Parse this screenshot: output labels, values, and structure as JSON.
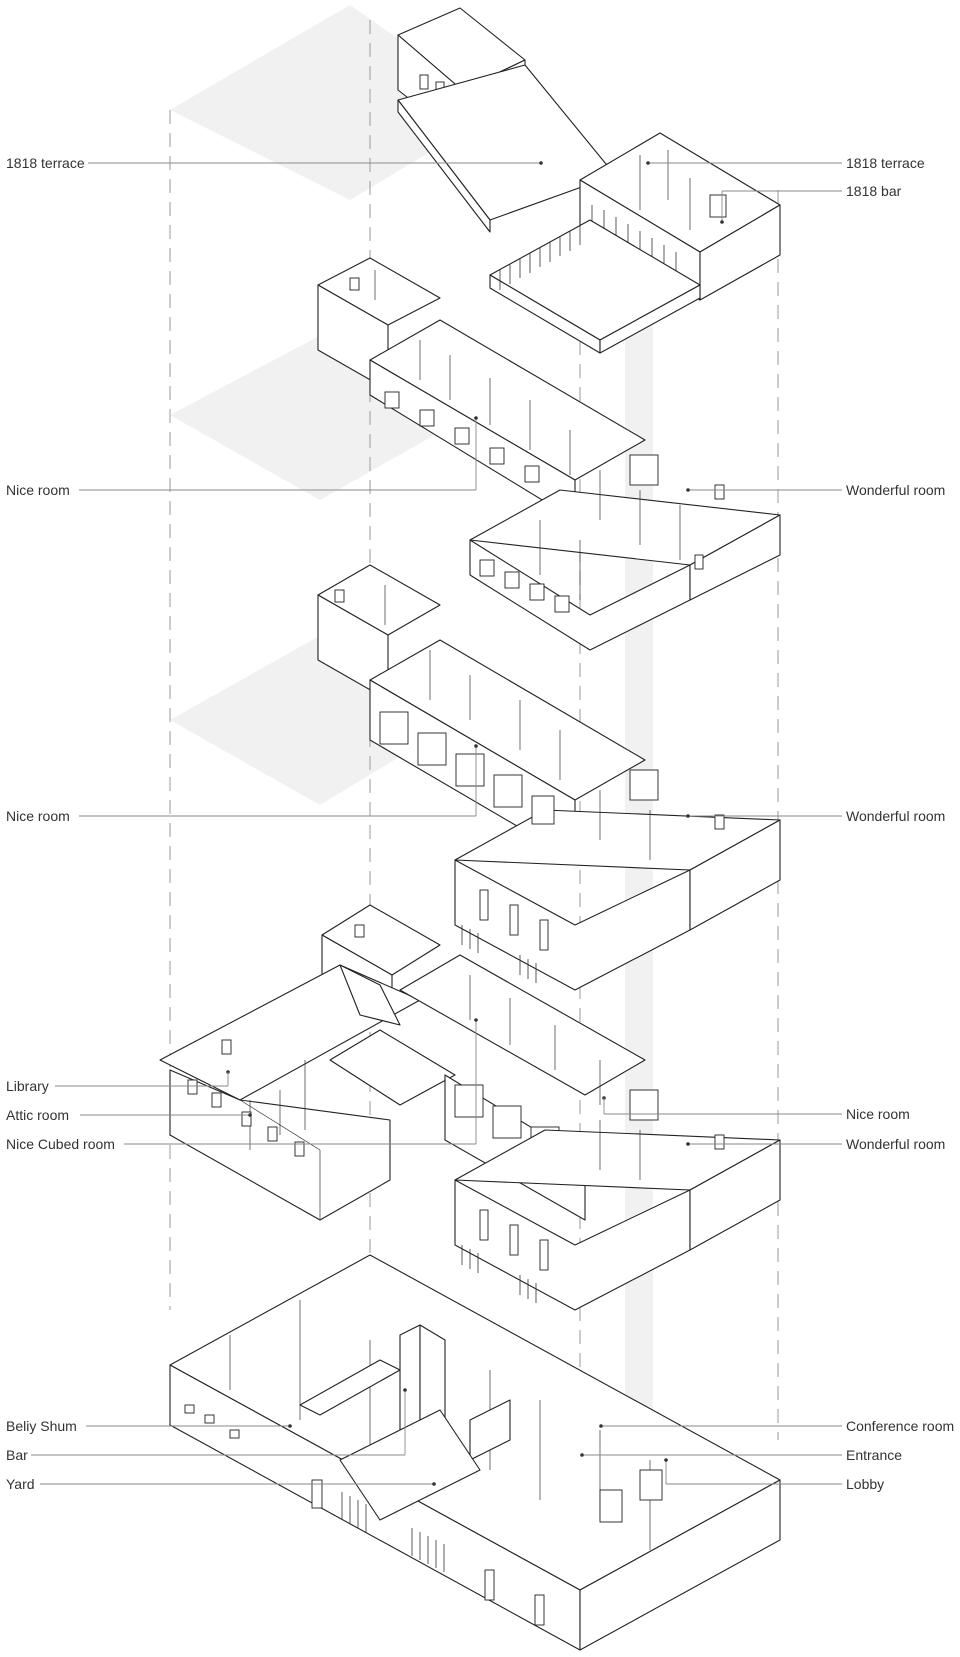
{
  "labels": {
    "left": [
      {
        "id": "l-1818-terrace",
        "text": "1818 terrace"
      },
      {
        "id": "l-nice-room-4",
        "text": "Nice room"
      },
      {
        "id": "l-nice-room-3",
        "text": "Nice room"
      },
      {
        "id": "l-library",
        "text": "Library"
      },
      {
        "id": "l-attic-room",
        "text": "Attic room"
      },
      {
        "id": "l-nice-cubed-room",
        "text": "Nice Cubed room"
      },
      {
        "id": "l-beliy-shum",
        "text": "Beliy Shum"
      },
      {
        "id": "l-bar",
        "text": "Bar"
      },
      {
        "id": "l-yard",
        "text": "Yard"
      }
    ],
    "right": [
      {
        "id": "r-1818-terrace",
        "text": "1818 terrace"
      },
      {
        "id": "r-1818-bar",
        "text": "1818 bar"
      },
      {
        "id": "r-wonderful-room-4",
        "text": "Wonderful room"
      },
      {
        "id": "r-wonderful-room-3",
        "text": "Wonderful room"
      },
      {
        "id": "r-nice-room-2",
        "text": "Nice room"
      },
      {
        "id": "r-wonderful-room-2",
        "text": "Wonderful room"
      },
      {
        "id": "r-conference-room",
        "text": "Conference room"
      },
      {
        "id": "r-entrance",
        "text": "Entrance"
      },
      {
        "id": "r-lobby",
        "text": "Lobby"
      }
    ]
  },
  "colors": {
    "line": "#222222",
    "leader": "#8a8a8a",
    "text": "#333333",
    "shadow": "#f1f1f1"
  }
}
